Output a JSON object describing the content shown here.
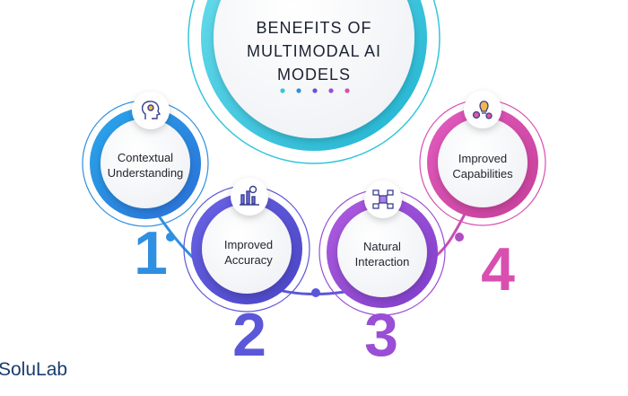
{
  "title": [
    "BENEFITS OF",
    "MULTIMODAL AI",
    "MODELS"
  ],
  "benefits": [
    {
      "number": "1",
      "label": [
        "Contextual",
        "Understanding"
      ],
      "icon": "ai-head-icon",
      "color": "#2f8fe0"
    },
    {
      "number": "2",
      "label": [
        "Improved",
        "Accuracy"
      ],
      "icon": "accuracy-chart-icon",
      "color": "#5b57d9"
    },
    {
      "number": "3",
      "label": [
        "Natural",
        "Interaction"
      ],
      "icon": "network-icon",
      "color": "#9a4ed6"
    },
    {
      "number": "4",
      "label": [
        "Improved",
        "Capabilities"
      ],
      "icon": "gears-bulb-icon",
      "color": "#d94fb0"
    }
  ],
  "brand": "SoluLab",
  "colors": {
    "title_ring": "#33c6dc",
    "dots": [
      "#33c6dc",
      "#2f8fe0",
      "#5b57d9",
      "#9a4ed6",
      "#d94fb0"
    ]
  }
}
